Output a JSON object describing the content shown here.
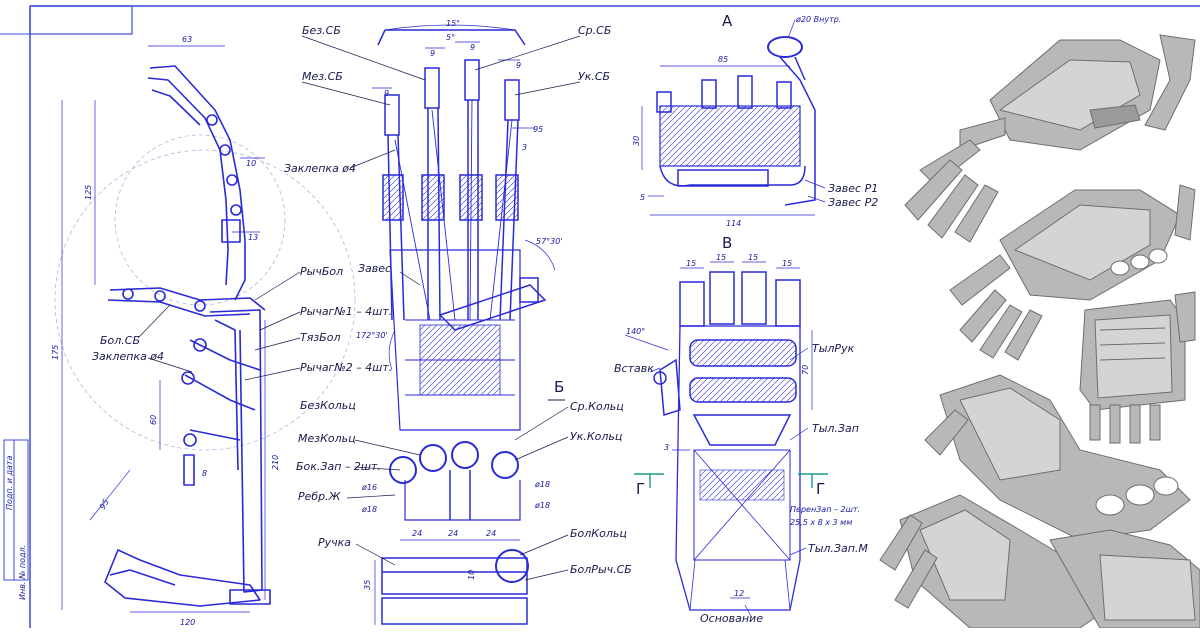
{
  "colors": {
    "line": "#2a2ad8",
    "frame": "#3b4bd8",
    "text": "#1a1a4d",
    "render_fill": "#b8b8b8",
    "render_edge": "#6e6e6e",
    "section_mark": "#1a9a8a"
  },
  "stamp": {
    "side_1": "Подп. и дата",
    "side_2": "Инв. № подл."
  },
  "side_view": {
    "labels": {
      "rych_bol": "РычБол",
      "rychag1": "Рычаг№1 – 4шт.",
      "tyaz_bol": "ТязБол",
      "rychag2": "Рычаг№2 – 4шт.",
      "bez_kolc": "БезКольц",
      "bol_sb": "Бол.СБ",
      "zaklepka": "Заклепка ø4"
    },
    "dims": {
      "d63": "63",
      "d175": "175",
      "d125": "125",
      "d10": "10",
      "d13": "13",
      "d60": "60",
      "d95": "95",
      "d210": "210",
      "d8": "8",
      "d120": "120"
    }
  },
  "front_view": {
    "labels": {
      "bez_sb": "Без.СБ",
      "mez_sb": "Мез.СБ",
      "sr_sb": "Ср.СБ",
      "uk_sb": "Ук.СБ",
      "zaklepka": "Заклепка ø4",
      "zaves": "Завес",
      "mez_kolc": "МезКольц",
      "bok_zap": "Бок.Зап – 2шт.",
      "rebr": "Ребр.Ж",
      "sr_kolc": "Ср.Кольц",
      "uk_kolc": "Ук.Кольц",
      "ruchka": "Ручка",
      "bol_kolc": "БолКольц",
      "bol_rych": "БолРыч.СБ"
    },
    "dims": {
      "d15": "15°",
      "d5": "5°",
      "d9a": "9",
      "d9b": "9",
      "d9c": "9",
      "d9d": "9",
      "d95": "95",
      "d3": "3",
      "d57": "57°30'",
      "d172": "172°30'",
      "d24a": "24",
      "d24b": "24",
      "d24c": "24",
      "d16": "ø16",
      "d18a": "ø18",
      "d18b": "ø18",
      "d18c": "ø18",
      "d35": "35",
      "d10": "10"
    },
    "section": "Б"
  },
  "view_a": {
    "title": "А",
    "labels": {
      "d20": "ø20 Внутр.",
      "zaves_r1": "Завес Р1",
      "zaves_r2": "Завес Р2"
    },
    "dims": {
      "d85": "85",
      "d30": "30",
      "d5": "5",
      "d114": "114"
    }
  },
  "view_v": {
    "title": "В",
    "labels": {
      "vstavk": "Вставк",
      "tyl_ruk": "ТылРук",
      "tyl_zap": "Тыл.Зап",
      "peren_zap_1": "ПеренЗап – 2шт.",
      "peren_zap_2": "25,5 х 8 х 3 мм",
      "tyl_zap_m": "Тыл.Зап.М",
      "osnovanie": "Основание"
    },
    "dims": {
      "d15a": "15",
      "d15b": "15",
      "d15c": "15",
      "d15d": "15",
      "d140": "140°",
      "d70": "70",
      "d3": "3",
      "d12": "12"
    },
    "section_left": "Г",
    "section_right": "Г"
  }
}
